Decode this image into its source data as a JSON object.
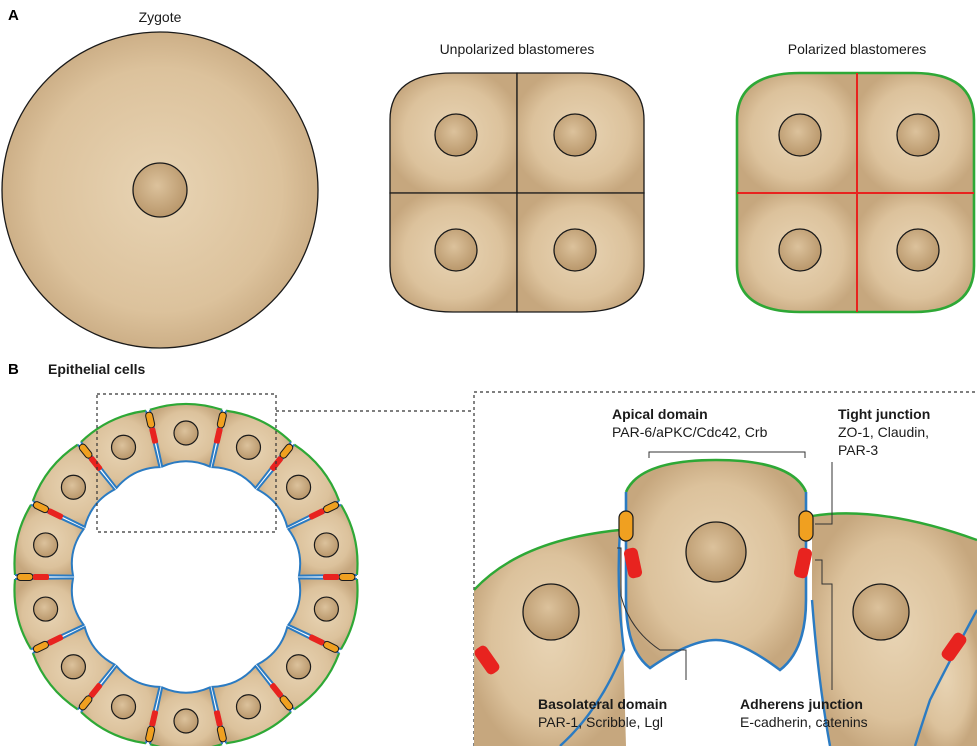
{
  "colors": {
    "cytoplasm_center": "#e6d1b0",
    "cytoplasm_edge": "#c4a57c",
    "nucleus_center": "#d8bd95",
    "nucleus_edge": "#b8966a",
    "outline": "#1a1a1a",
    "apical_membrane": "#2ea836",
    "basolateral_membrane": "#2b7bc2",
    "adherens_junction": "#e8231f",
    "tight_junction": "#f0a020"
  },
  "panel_a": {
    "letter": "A",
    "zygote_title": "Zygote",
    "unpolarized_title": "Unpolarized blastomeres",
    "polarized_title": "Polarized blastomeres"
  },
  "panel_b": {
    "letter": "B",
    "title": "Epithelial cells",
    "apical": {
      "name": "Apical domain",
      "proteins": "PAR-6/aPKC/Cdc42, Crb"
    },
    "tight": {
      "name": "Tight junction",
      "proteins_line1": "ZO-1, Claudin,",
      "proteins_line2": "PAR-3"
    },
    "basolateral": {
      "name": "Basolateral domain",
      "proteins": "PAR-1, Scribble, Lgl"
    },
    "adherens": {
      "name": "Adherens junction",
      "proteins": "E-cadherin, catenins"
    }
  }
}
